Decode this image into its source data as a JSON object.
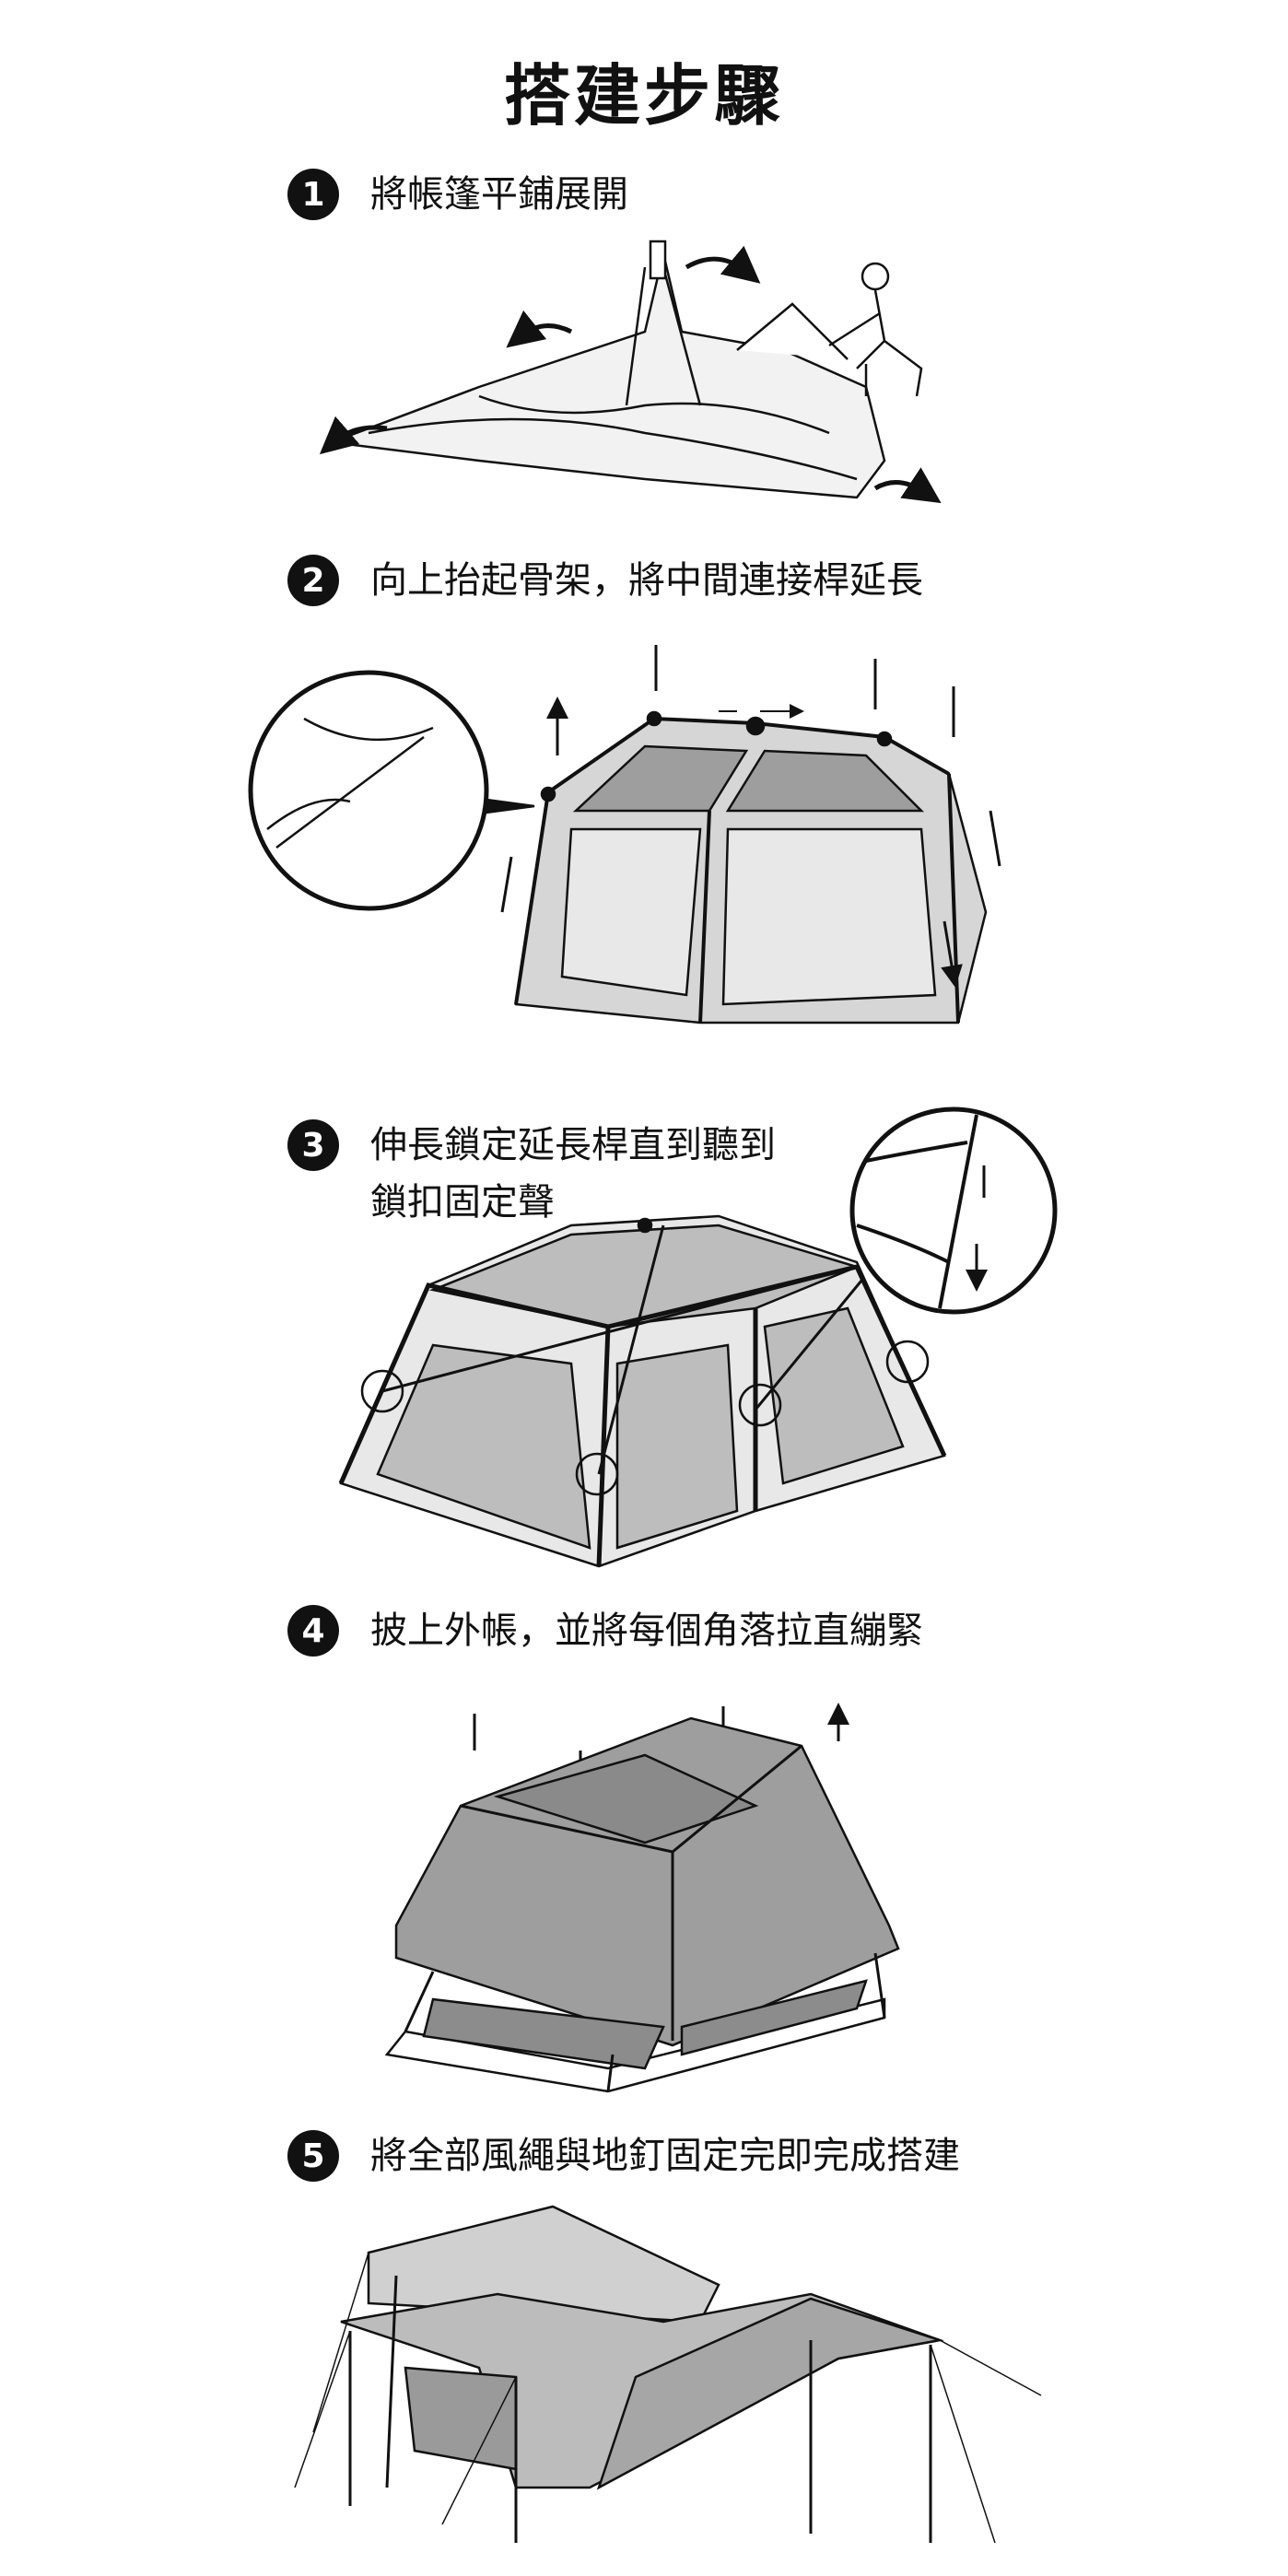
{
  "title": "搭建步驟",
  "steps": [
    {
      "number": "1",
      "lines": [
        "將帳篷平鋪展開"
      ]
    },
    {
      "number": "2",
      "lines": [
        "向上抬起骨架，將中間連接桿延長"
      ]
    },
    {
      "number": "3",
      "lines": [
        "伸長鎖定延長桿直到聽到",
        "鎖扣固定聲"
      ]
    },
    {
      "number": "4",
      "lines": [
        "披上外帳，並將每個角落拉直繃緊"
      ]
    },
    {
      "number": "5",
      "lines": [
        "將全部風繩與地釘固定完即完成搭建"
      ]
    }
  ],
  "colors": {
    "ink": "#111111",
    "fabric": "#bdbdbd",
    "fabric_dark": "#9a9a9a",
    "paper": "#ffffff"
  }
}
